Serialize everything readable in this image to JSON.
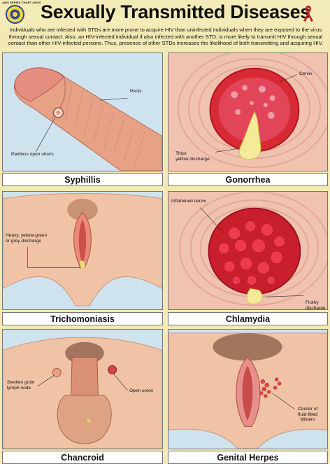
{
  "header": {
    "series_code": "AIDS SERIES CHART A5076",
    "title": "Sexually Transmitted Diseases",
    "logo_icon": "emblem-icon",
    "ribbon_icon": "red-ribbon-icon",
    "ribbon_color": "#d11a1a"
  },
  "intro": "Individuals who are infected with STDs are more prone to acquire HIV than uninfected individuals when they are exposed to the virus through sexual contact. Also, an HIV-infected individual if also infected with another STD, is more likely to transmit HIV through sexual contact than other HIV-infected persons. Thus, presence of other STDs increases the likelihood of both transmitting and acquiring HIV.",
  "panels": {
    "syphilis": {
      "caption": "Syphillis",
      "labels": [
        "Penis",
        "Painless open ulcers"
      ]
    },
    "gonorrhea": {
      "caption": "Gonorrhea",
      "labels": [
        "Cervix",
        "Thick\nyellow discharge"
      ]
    },
    "trichomoniasis": {
      "caption": "Trichomoniasis",
      "labels": [
        "Heavy, yellow-green\nor grey discharge"
      ]
    },
    "chlamydia": {
      "caption": "Chlamydia",
      "labels": [
        "Inflammed cervix",
        "Frothy\ndischarge"
      ]
    },
    "chancroid": {
      "caption": "Chancroid",
      "labels": [
        "Swollen groin\nlymph node",
        "Open sores"
      ]
    },
    "genital_herpes": {
      "caption": "Genital Herpes",
      "labels": [
        "Cluster of\nfluid-filled\nblisters"
      ]
    }
  }
}
